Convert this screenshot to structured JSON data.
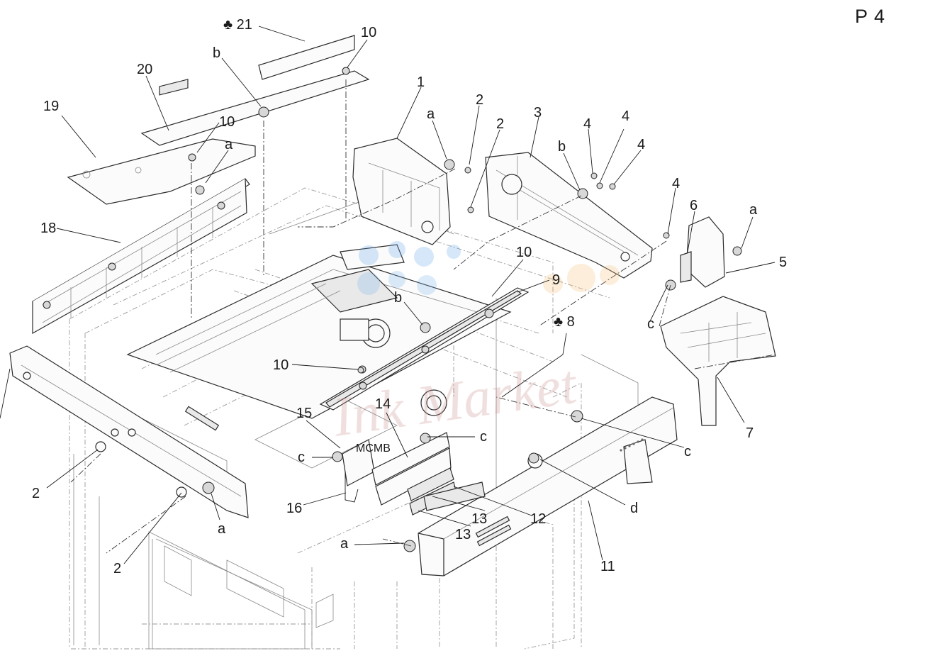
{
  "page_label": "P 4",
  "watermark": "Ink Market",
  "mcmb_label": "MCMB",
  "callouts": [
    {
      "id": "c21",
      "text": "♣ 21"
    },
    {
      "id": "c10a",
      "text": "10"
    },
    {
      "id": "cb1",
      "text": "b"
    },
    {
      "id": "c20",
      "text": "20"
    },
    {
      "id": "c19",
      "text": "19"
    },
    {
      "id": "c10b",
      "text": "10"
    },
    {
      "id": "ca1",
      "text": "a"
    },
    {
      "id": "c1",
      "text": "1"
    },
    {
      "id": "ca2",
      "text": "a"
    },
    {
      "id": "c2a",
      "text": "2"
    },
    {
      "id": "c2b",
      "text": "2"
    },
    {
      "id": "c3",
      "text": "3"
    },
    {
      "id": "cb2",
      "text": "b"
    },
    {
      "id": "c4a",
      "text": "4"
    },
    {
      "id": "c4b",
      "text": "4"
    },
    {
      "id": "c4c",
      "text": "4"
    },
    {
      "id": "c4d",
      "text": "4"
    },
    {
      "id": "c6",
      "text": "6"
    },
    {
      "id": "ca3",
      "text": "a"
    },
    {
      "id": "c5",
      "text": "5"
    },
    {
      "id": "c18",
      "text": "18"
    },
    {
      "id": "c10c",
      "text": "10"
    },
    {
      "id": "c9",
      "text": "9"
    },
    {
      "id": "cb3",
      "text": "b"
    },
    {
      "id": "cc1",
      "text": "c"
    },
    {
      "id": "c8",
      "text": "♣ 8"
    },
    {
      "id": "c10d",
      "text": "10"
    },
    {
      "id": "c15",
      "text": "15"
    },
    {
      "id": "c14",
      "text": "14"
    },
    {
      "id": "cc2",
      "text": "c"
    },
    {
      "id": "cc3",
      "text": "c"
    },
    {
      "id": "cc4",
      "text": "c"
    },
    {
      "id": "c7",
      "text": "7"
    },
    {
      "id": "c2c",
      "text": "2"
    },
    {
      "id": "ca4",
      "text": "a"
    },
    {
      "id": "c16",
      "text": "16"
    },
    {
      "id": "cd",
      "text": "d"
    },
    {
      "id": "c13a",
      "text": "13"
    },
    {
      "id": "c12",
      "text": "12"
    },
    {
      "id": "c13b",
      "text": "13"
    },
    {
      "id": "ca5",
      "text": "a"
    },
    {
      "id": "c2d",
      "text": "2"
    },
    {
      "id": "c11",
      "text": "11"
    }
  ]
}
